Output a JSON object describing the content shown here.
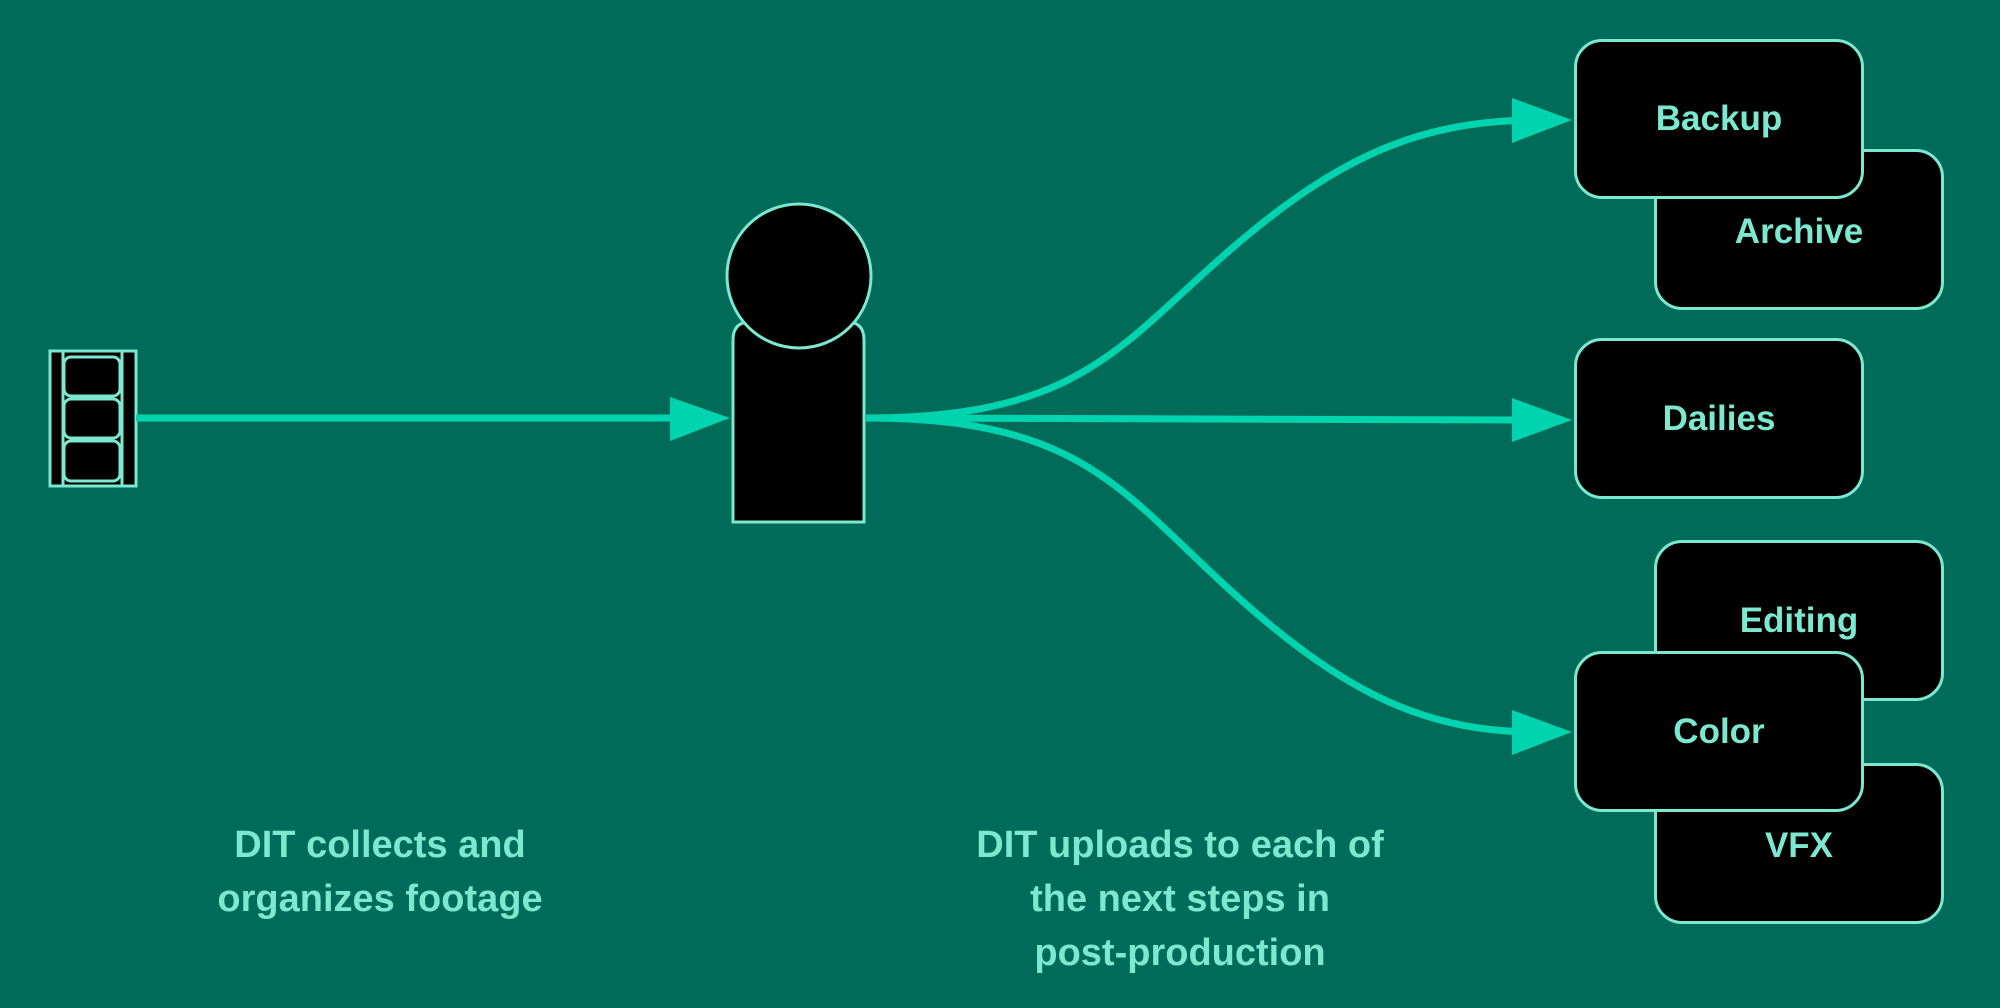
{
  "colors": {
    "background": "#006B58",
    "accent": "#00D4AE",
    "outline": "#7BE8CF",
    "node_fill": "#000000"
  },
  "nodes": {
    "source": {
      "icon": "film-strip-icon"
    },
    "dit": {
      "icon": "person-icon"
    },
    "backup": {
      "label": "Backup"
    },
    "archive": {
      "label": "Archive"
    },
    "dailies": {
      "label": "Dailies"
    },
    "editing": {
      "label": "Editing"
    },
    "color": {
      "label": "Color"
    },
    "vfx": {
      "label": "VFX"
    }
  },
  "edges": [
    {
      "from": "source",
      "to": "dit"
    },
    {
      "from": "dit",
      "to": "backup"
    },
    {
      "from": "dit",
      "to": "dailies"
    },
    {
      "from": "dit",
      "to": "color"
    }
  ],
  "captions": {
    "left": {
      "line1": "DIT collects and",
      "line2": "organizes footage"
    },
    "right": {
      "line1": "DIT uploads to each of",
      "line2": "the next steps in",
      "line3": "post-production"
    }
  }
}
